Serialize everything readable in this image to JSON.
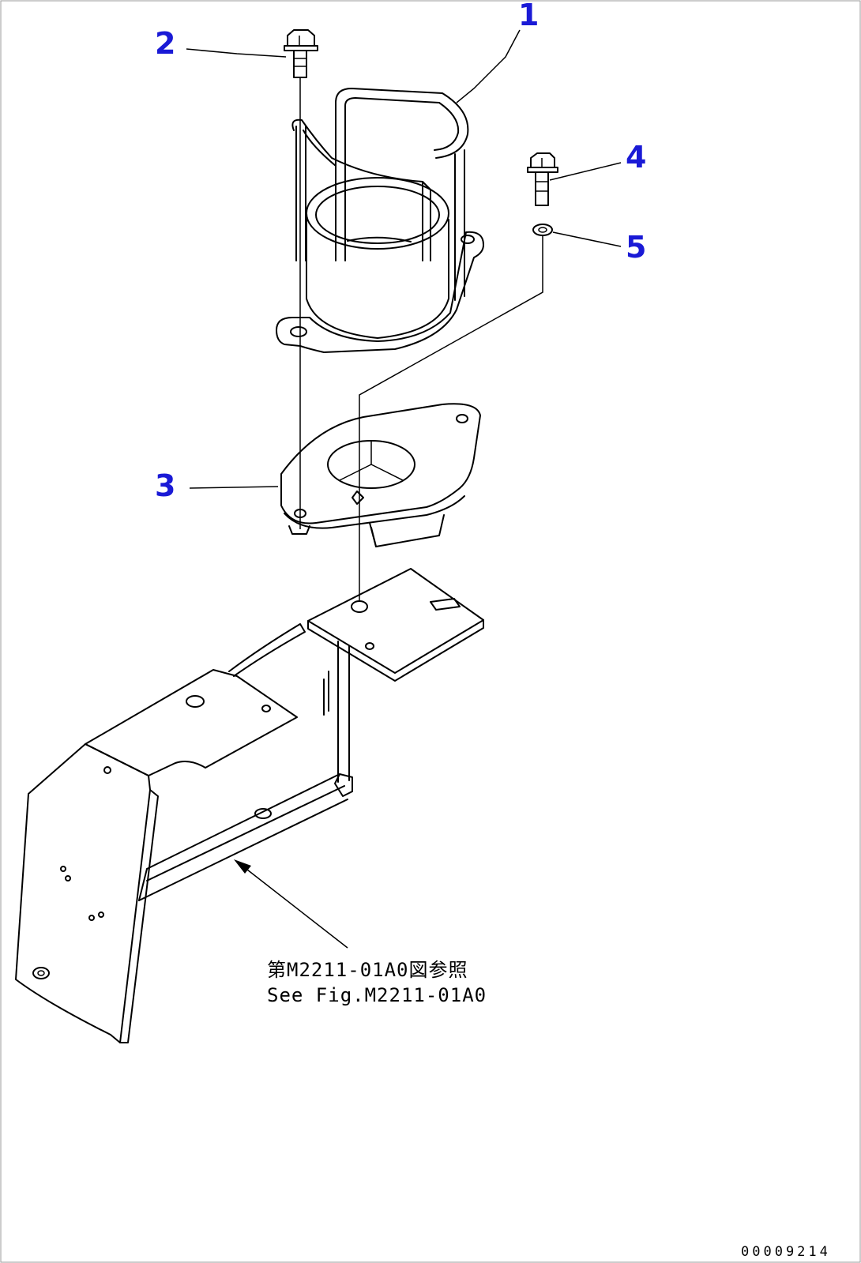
{
  "callouts": {
    "c1": "1",
    "c2": "2",
    "c3": "3",
    "c4": "4",
    "c5": "5"
  },
  "reference_note": {
    "line1": "第M2211-01A0図参照",
    "line2": "See Fig.M2211-01A0"
  },
  "doc_number": "00009214",
  "colors": {
    "callout": "#1a1ad6",
    "line": "#000000",
    "background": "#ffffff"
  }
}
